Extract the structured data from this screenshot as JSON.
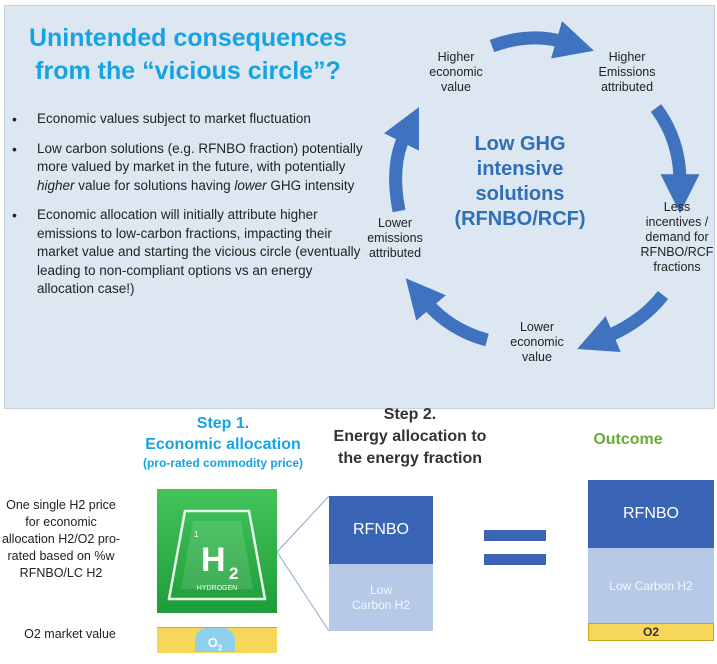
{
  "title_line1": "Unintended consequences",
  "title_line2": "from the “vicious circle”?",
  "bullets": [
    {
      "text": "Economic values subject to market fluctuation"
    },
    {
      "p1": "Low carbon solutions (e.g. RFNBO fraction) potentially more valued by market in the future, with potentially ",
      "em1": "higher",
      "p2": " value for solutions having ",
      "em2": "lower",
      "p3": " GHG intensity"
    },
    {
      "text": "Economic allocation will initially attribute higher emissions to low-carbon fractions, impacting their market value and starting the vicious circle (eventually leading to non-compliant options vs an energy allocation case!)"
    }
  ],
  "cycle": {
    "center_l1": "Low GHG",
    "center_l2": "intensive",
    "center_l3": "solutions",
    "center_l4": "(RFNBO/RCF)",
    "higher_value": [
      "Higher",
      "economic",
      "value"
    ],
    "higher_emissions": [
      "Higher",
      "Emissions",
      "attributed"
    ],
    "less_incentives": [
      "Less",
      "incentives /",
      "demand for",
      "RFNBO/RCF",
      "fractions"
    ],
    "lower_value": [
      "Lower",
      "economic",
      "value"
    ],
    "lower_emissions": [
      "Lower",
      "emissions",
      "attributed"
    ]
  },
  "step1": {
    "title_l1": "Step 1.",
    "title_l2": "Economic allocation",
    "subtitle": "(pro-rated commodity price)"
  },
  "step2": {
    "title_l1": "Step 2.",
    "title_l2": "Energy allocation to",
    "title_l3": "the energy fraction"
  },
  "outcome": {
    "title": "Outcome"
  },
  "h2_description": [
    "One single H2 price",
    "for economic",
    "allocation H2/O2 pro-",
    "rated based on %w",
    "RFNBO/LC H2"
  ],
  "o2_description": "O2 market value",
  "h2_icon": {
    "symbol": "H",
    "subscript": "2",
    "caption": "HYDROGEN",
    "corner": "1"
  },
  "o2_icon": {
    "symbol": "O",
    "subscript": "2"
  },
  "blocks": {
    "rfnbo": "RFNBO",
    "low_carbon_l1": "Low",
    "low_carbon_l2": "Carbon H2",
    "outcome_rfnbo": "RFNBO",
    "outcome_low_carbon": "Low Carbon H2",
    "outcome_o2": "O2"
  },
  "colors": {
    "title": "#16a3e3",
    "center": "#2f6fb8",
    "arrow": "#3f72bf",
    "block_dark": "#3a64b6",
    "block_light": "#b6c9e6",
    "o2": "#f7d75a",
    "outcome": "#6aaa3a",
    "h2_green": "#2aaa45",
    "panel": "#dde7f1"
  }
}
